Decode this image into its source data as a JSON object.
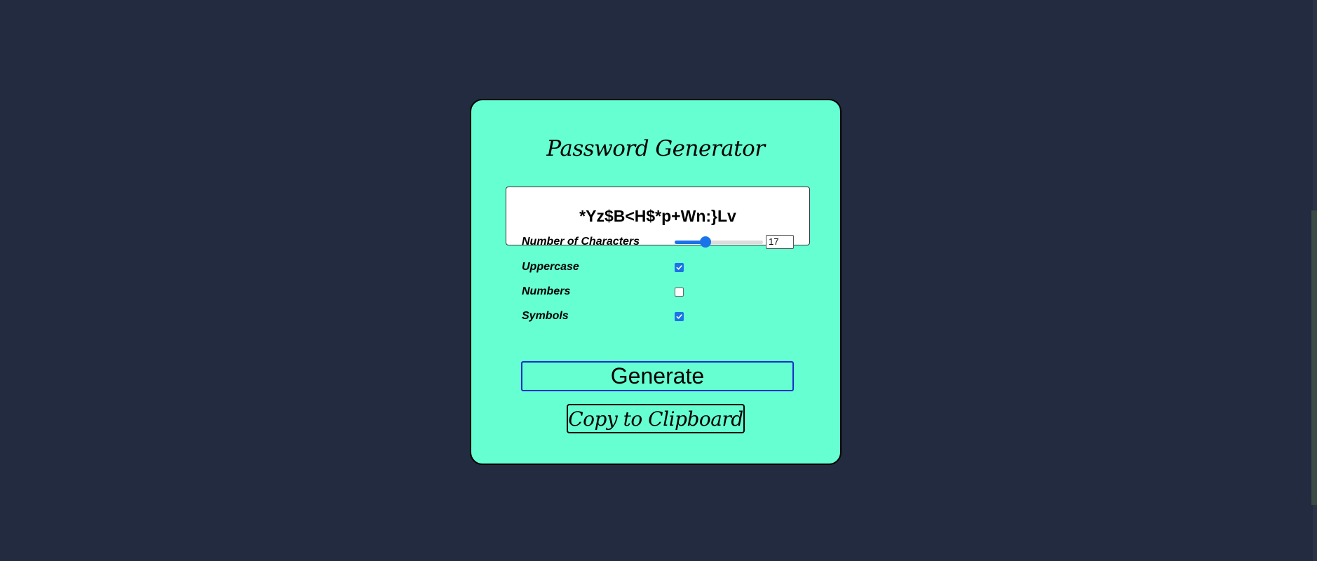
{
  "app": {
    "title": "Password Generator"
  },
  "password": {
    "value": "*Yz$B<H$*p+Wn:}Lv"
  },
  "options": {
    "length": {
      "label": "Number of Characters",
      "value": "17",
      "slider_fraction": 0.35
    },
    "uppercase": {
      "label": "Uppercase",
      "checked": true
    },
    "numbers": {
      "label": "Numbers",
      "checked": false
    },
    "symbols": {
      "label": "Symbols",
      "checked": true
    }
  },
  "buttons": {
    "generate_label": "Generate",
    "copy_label": "Copy to Clipboard"
  },
  "colors": {
    "background": "#232b40",
    "card": "#66ffd1",
    "accent": "#1a73e8",
    "generate_border": "#1430c8"
  }
}
